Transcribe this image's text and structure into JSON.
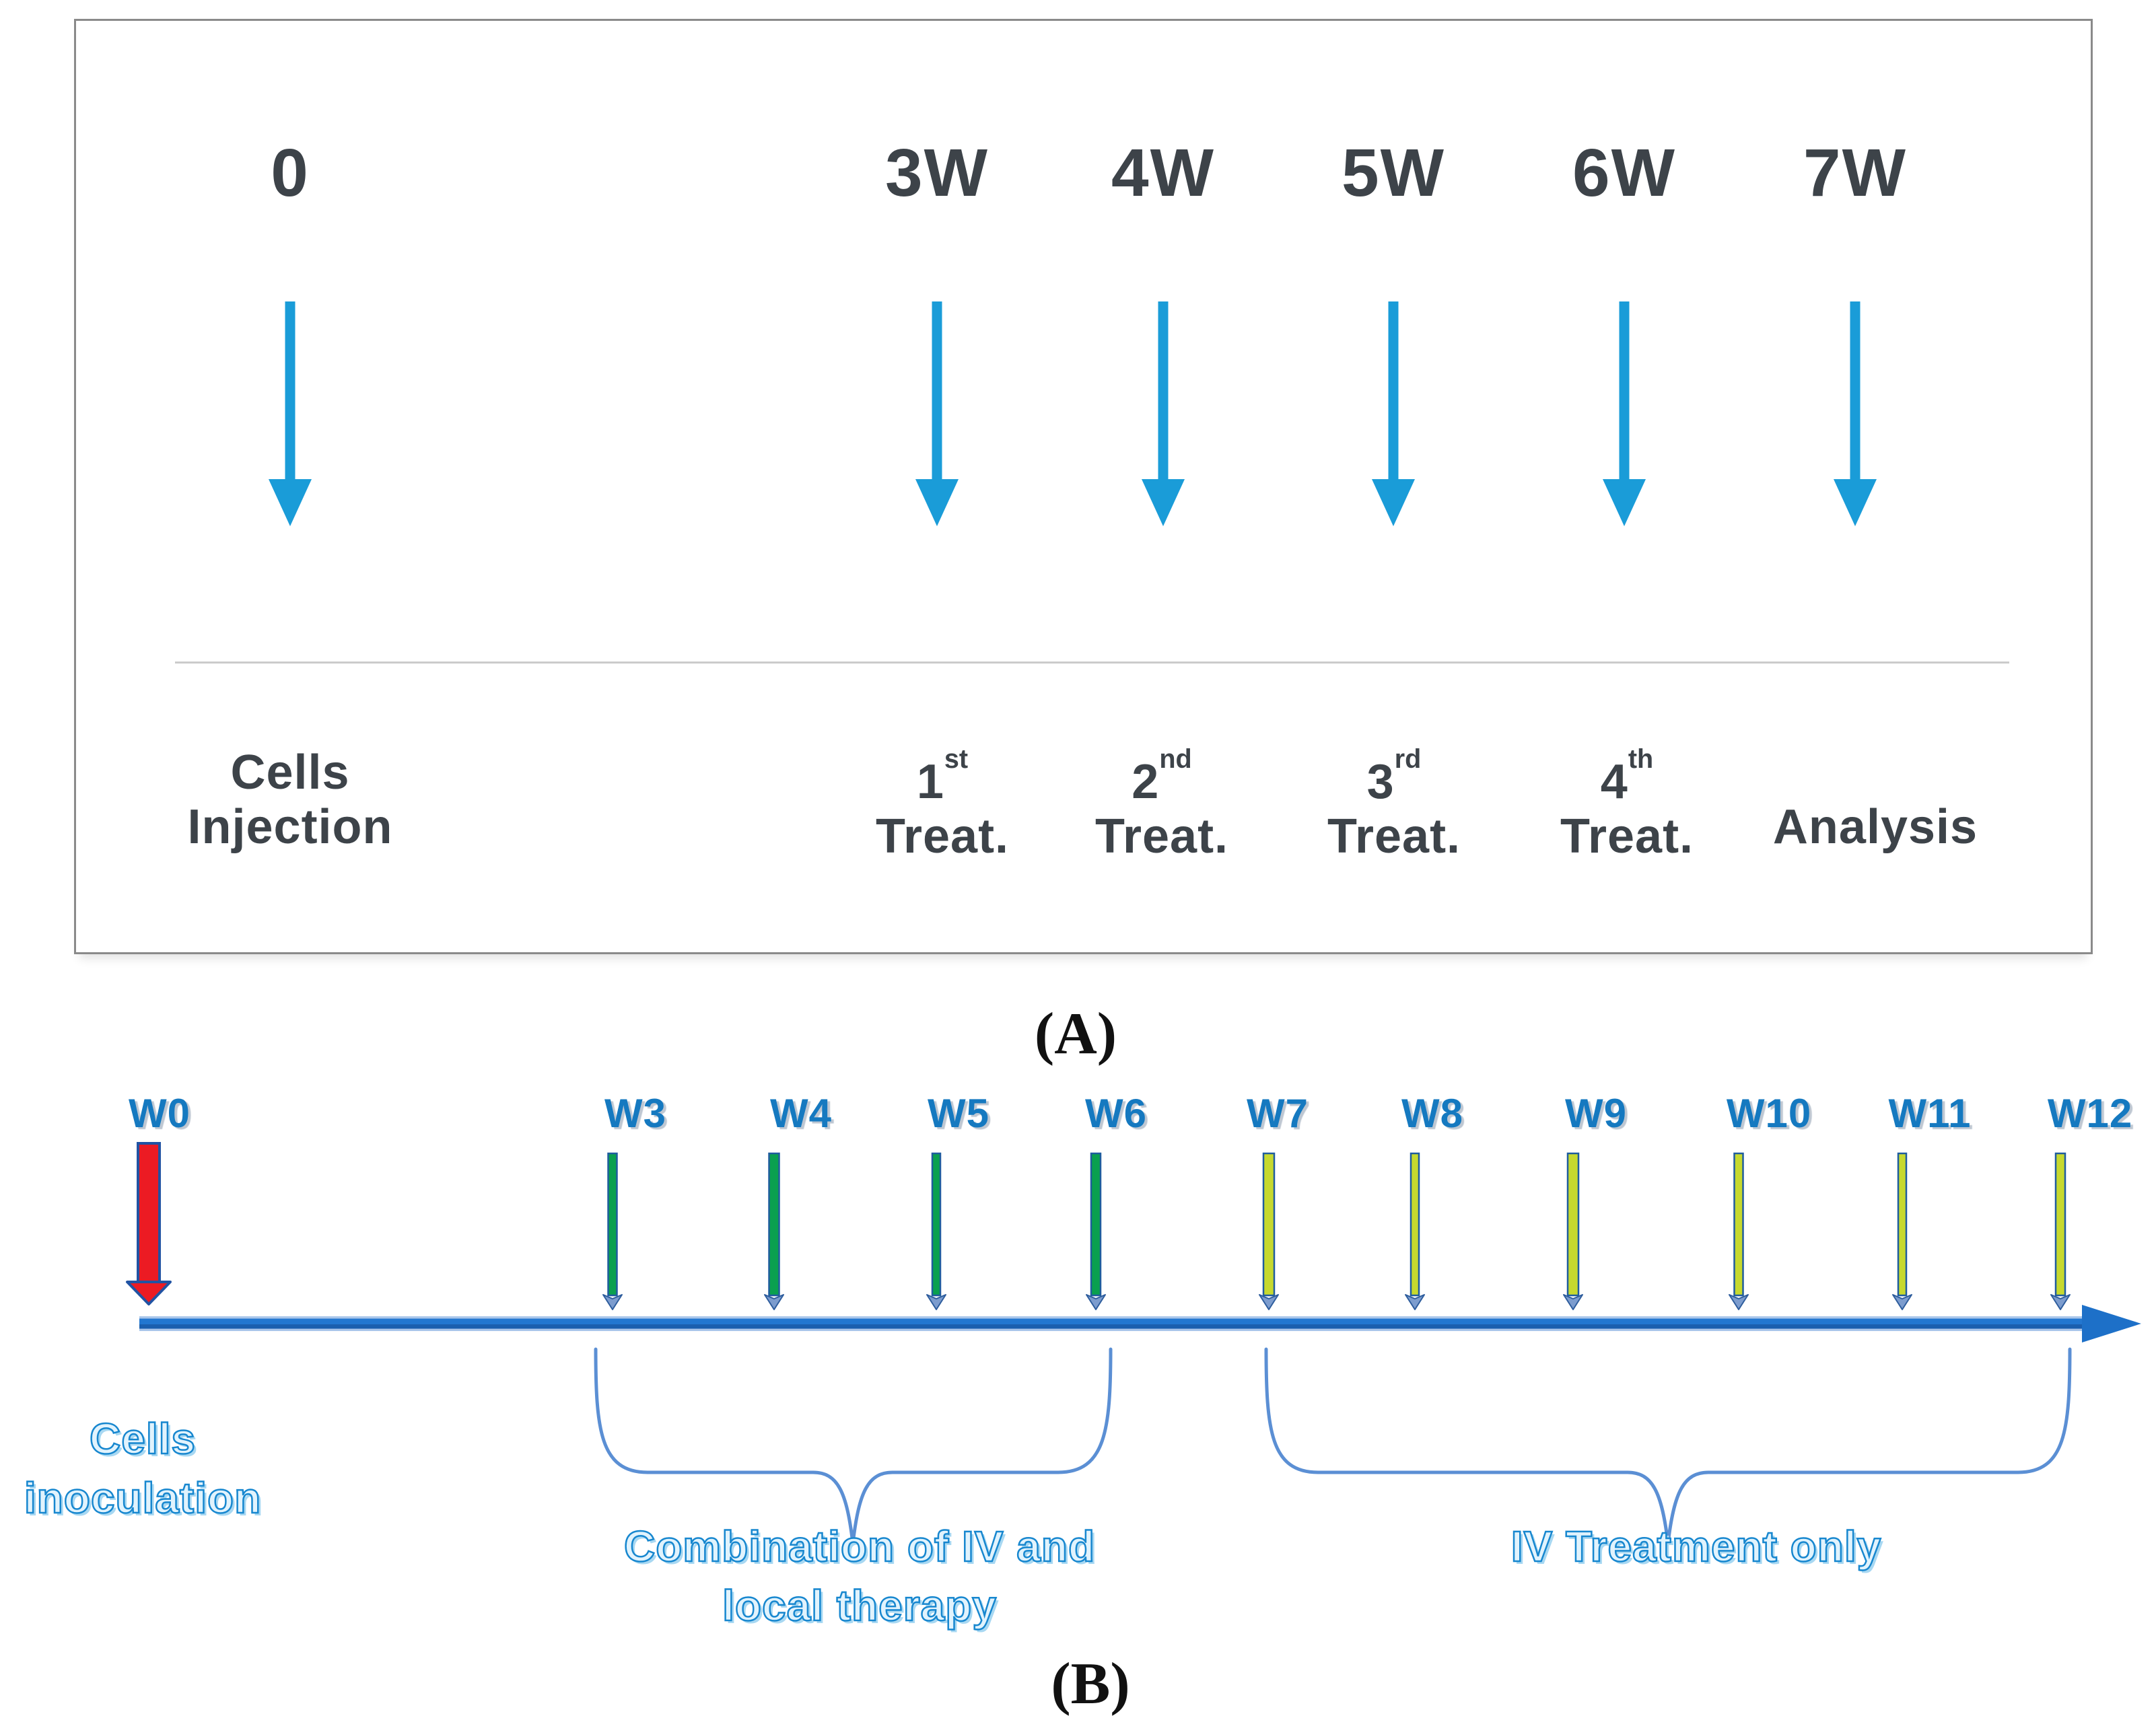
{
  "panel_a": {
    "caption": "(A)",
    "columns": [
      {
        "time": "0",
        "line1": "Cells",
        "line1_sup": "",
        "line2": "Injection"
      },
      {
        "time": "3W",
        "line1": "1",
        "line1_sup": "st",
        "line2": "Treat."
      },
      {
        "time": "4W",
        "line1": "2",
        "line1_sup": "nd",
        "line2": "Treat."
      },
      {
        "time": "5W",
        "line1": "3",
        "line1_sup": "rd",
        "line2": "Treat."
      },
      {
        "time": "6W",
        "line1": "4",
        "line1_sup": "th",
        "line2": "Treat."
      },
      {
        "time": "7W",
        "line1": "",
        "line1_sup": "",
        "line2": "Analysis"
      }
    ]
  },
  "panel_b": {
    "caption": "(B)",
    "start_label": "W0",
    "start_annotation_line1": "Cells",
    "start_annotation_line2": "inoculation",
    "weeks": [
      {
        "label": "W3",
        "group": "combination"
      },
      {
        "label": "W4",
        "group": "combination"
      },
      {
        "label": "W5",
        "group": "combination"
      },
      {
        "label": "W6",
        "group": "combination"
      },
      {
        "label": "W7",
        "group": "iv-only"
      },
      {
        "label": "W8",
        "group": "iv-only"
      },
      {
        "label": "W9",
        "group": "iv-only"
      },
      {
        "label": "W10",
        "group": "iv-only"
      },
      {
        "label": "W11",
        "group": "iv-only"
      },
      {
        "label": "W12",
        "group": "iv-only"
      }
    ],
    "group_combination_line1": "Combination of IV and",
    "group_combination_line2": "local therapy",
    "group_iv_line1": "IV Treatment only"
  },
  "colors": {
    "panel_a_text": "#3d4349",
    "panel_a_arrow": "#1a9cd8",
    "box_border": "#8a8a8a",
    "divider": "#cbcbcb",
    "week_label_blue": "#1579c0",
    "start_arrow_red": "#ec1b23",
    "arrow_outline_navy": "#2153a3",
    "combination_arrow_green": "#0aa04f",
    "iv_only_arrow_yellow_green": "#c6d92f",
    "arrowhead_slate": "#7c9cce",
    "timeline_blue": "#1d70c8",
    "brace_blue": "#5b8fd4",
    "annotation_outline_blue": "#1787cf"
  }
}
